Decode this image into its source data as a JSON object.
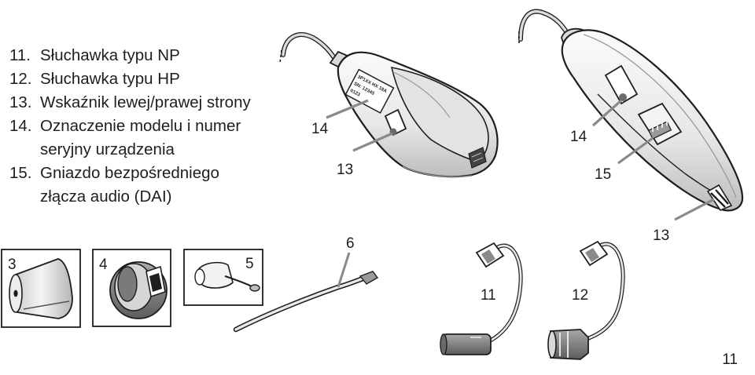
{
  "legend": {
    "items": [
      {
        "number": "11.",
        "lines": [
          "Słuchawka typu NP"
        ]
      },
      {
        "number": "12.",
        "lines": [
          "Słuchawka typu HP"
        ]
      },
      {
        "number": "13.",
        "lines": [
          "Wskaźnik lewej/prawej strony"
        ]
      },
      {
        "number": "14.",
        "lines": [
          "Oznaczenie modelu i numer",
          "seryjny urządzenia"
        ]
      },
      {
        "number": "15.",
        "lines": [
          "Gniazdo bezpośredniego",
          "złącza audio (DAI)"
        ]
      }
    ]
  },
  "callouts": {
    "left_device_14": "14",
    "left_device_13": "13",
    "right_device_14": "14",
    "right_device_15": "15",
    "right_device_13": "13",
    "tool_6": "6",
    "receiver_11": "11",
    "receiver_12": "12",
    "box_3": "3",
    "box_4": "4",
    "box_5": "5"
  },
  "label_plate_text": [
    "3P1XX HX 18A",
    "SN: 12345",
    "0123"
  ],
  "page_number": "11",
  "colors": {
    "ink": "#1e1e1e",
    "device_fill": "#eeeeee",
    "device_shade": "#c6c6c6",
    "dark_part": "#8a8a8a",
    "callout_line": "#555555"
  }
}
